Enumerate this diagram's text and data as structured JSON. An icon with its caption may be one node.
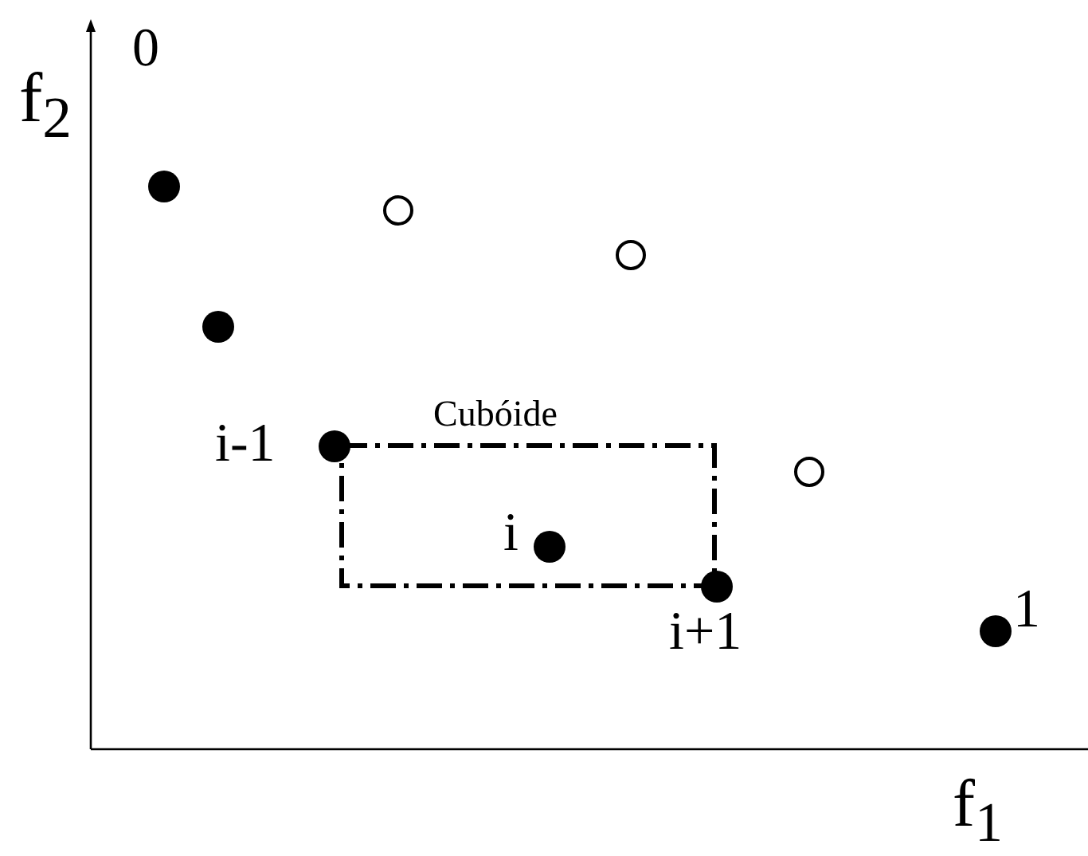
{
  "diagram": {
    "nodes": [
      {
        "text": [
          "Cubóide"
        ]
      }
    ],
    "labels": [
      "f$_{2}$",
      "0",
      "i-1",
      "i",
      "i+1",
      "1",
      "f$_{1}$"
    ]
  }
}
